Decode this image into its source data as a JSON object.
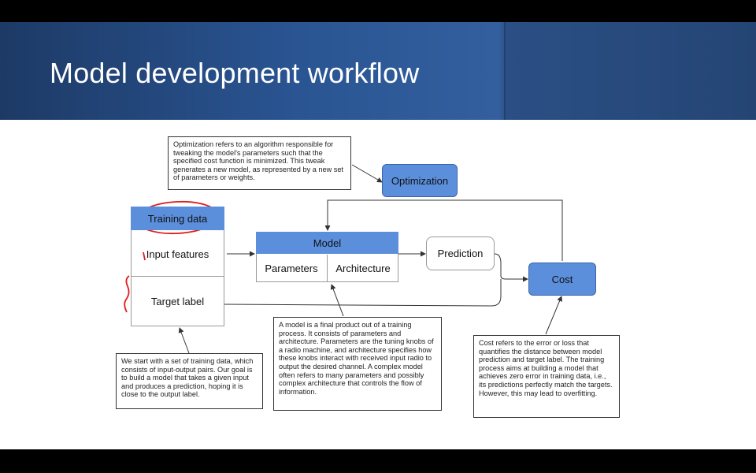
{
  "slide": {
    "title": "Model development workflow"
  },
  "diagram": {
    "notes": {
      "optimization": "Optimization refers to an algorithm responsible for tweaking the model's parameters such that the specified cost function is minimized. This tweak generates a new model, as represented by a new set of parameters or weights.",
      "training": "We start with a set of training data, which consists of input-output pairs. Our goal is to build a model that takes a given input and produces a prediction, hoping it is close to the output label.",
      "model": "A model is a final product out of a training process. It consists of parameters and architecture. Parameters are the tuning knobs of a radio machine, and architecture specifies how these knobs interact with received input radio to output the desired channel. A complex model often refers to many parameters and possibly complex architecture that controls the flow of information.",
      "cost": "Cost refers to the error or loss that quantifies the distance between model prediction and target label. The training process aims at building a model that achieves zero error in training data, i.e., its predictions perfectly match the targets. However, this may lead to overfitting."
    },
    "nodes": {
      "optimization": "Optimization",
      "training_data": "Training data",
      "input_features": "Input features",
      "target_label": "Target label",
      "model": "Model",
      "parameters": "Parameters",
      "architecture": "Architecture",
      "prediction": "Prediction",
      "cost": "Cost"
    },
    "colors": {
      "box_blue": "#5b8fdc",
      "annotation_red": "#e01b1b"
    }
  }
}
